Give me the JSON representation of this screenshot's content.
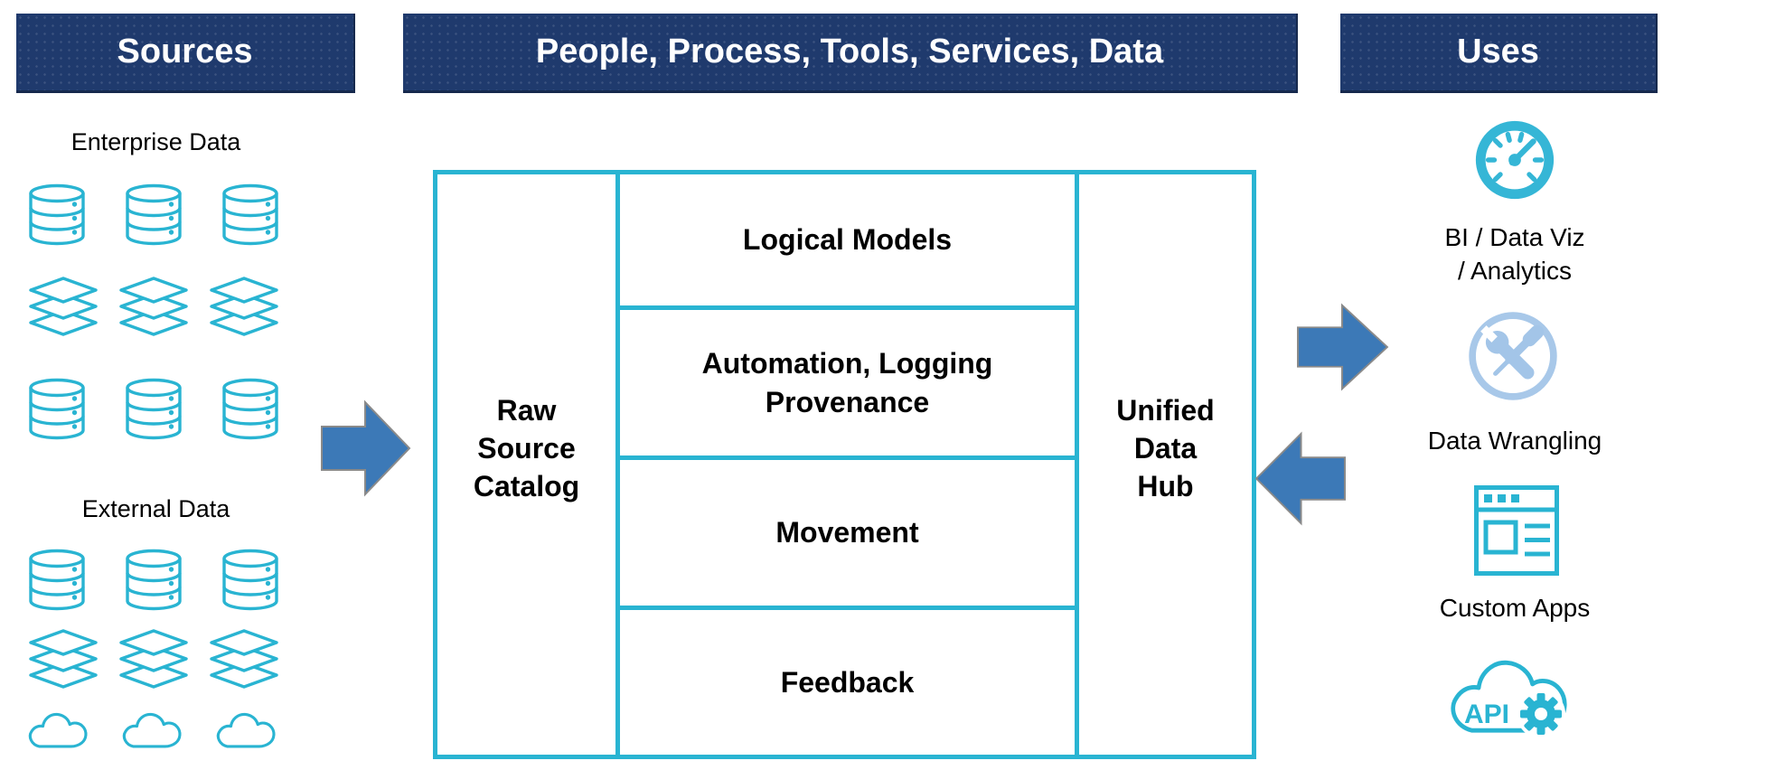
{
  "colors": {
    "header_navy": "#1f3a6d",
    "accent_cyan": "#29b4d2",
    "arrow_blue": "#3c79b7",
    "arrow_border_gray": "#8a8a8a",
    "light_blue": "#a8c8e9",
    "text_black": "#000000",
    "header_text_white": "#ffffff"
  },
  "headers": {
    "sources": "Sources",
    "people": "People, Process, Tools, Services, Data",
    "uses": "Uses"
  },
  "sources": {
    "enterprise_label": "Enterprise Data",
    "external_label": "External Data",
    "enterprise_icon_rows": [
      "database x3",
      "layers x3",
      "database x3"
    ],
    "external_icon_rows": [
      "database x3",
      "layers x3",
      "cloud x3"
    ]
  },
  "hub": {
    "left_column": "Raw\nSource\nCatalog",
    "right_column": "Unified\nData\nHub",
    "rows": [
      "Logical Models",
      "Automation, Logging\nProvenance",
      "Movement",
      "Feedback"
    ]
  },
  "arrows": [
    "sources-to-hub right",
    "hub-to-uses right",
    "uses-to-hub left"
  ],
  "uses": {
    "bi_label": "BI / Data Viz\n/ Analytics",
    "wrangling_label": "Data Wrangling",
    "apps_label": "Custom Apps",
    "api_text": "API",
    "icons": [
      "gauge",
      "crossed-tools",
      "browser-window",
      "api-cloud-gear"
    ]
  }
}
